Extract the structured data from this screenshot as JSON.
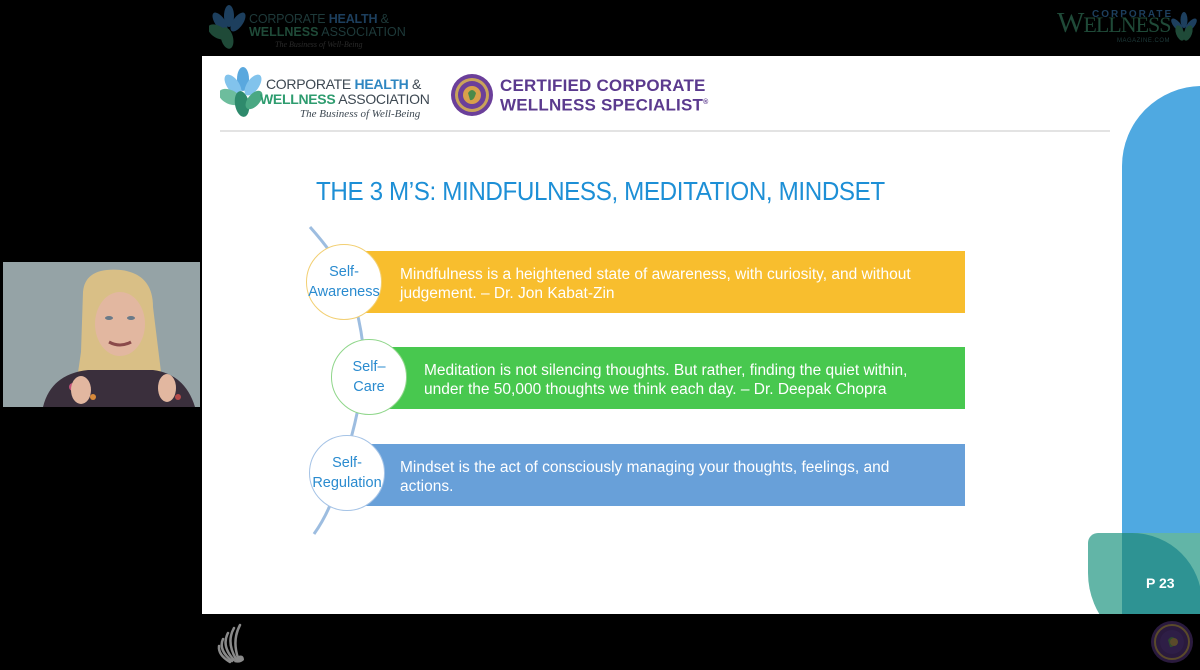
{
  "top_bar": {
    "left_logo": {
      "line1_prefix": "CORPORATE ",
      "line1_bold": "HEALTH",
      "line1_suffix": " &",
      "line2_bold": "WELLNESS",
      "line2_suffix": " ASSOCIATION",
      "tagline": "The Business of Well-Being"
    },
    "right_logo": {
      "corporate": "CORPORATE",
      "wellness_w": "W",
      "wellness_rest": "ELLNESS",
      "magazine": "MAGAZINE.COM"
    }
  },
  "webcam": {
    "description": "Presenter video feed"
  },
  "slide": {
    "association_logo": {
      "line1_prefix": "CORPORATE ",
      "line1_bold": "HEALTH",
      "line1_suffix": " &",
      "line2_bold": "WELLNESS",
      "line2_suffix": " ASSOCIATION",
      "tagline": "The Business of Well-Being"
    },
    "certification": {
      "line1": "CERTIFIED CORPORATE",
      "line2": "WELLNESS SPECIALIST",
      "registered": "®"
    },
    "title": "THE 3 M’S: MINDFULNESS, MEDITATION, MINDSET",
    "items": [
      {
        "label_line1": "Self-",
        "label_line2": "Awareness",
        "text_line1": "Mindfulness is a heightened state of awareness, with curiosity, and without",
        "text_line2": "judgement. – Dr. Jon Kabat-Zin",
        "color": "#f8be2e"
      },
      {
        "label_line1": "Self–",
        "label_line2": "Care",
        "text_line1": "Meditation is not silencing thoughts. But rather, finding the quiet within,",
        "text_line2": "under the 50,000 thoughts we think each day. – Dr. Deepak Chopra",
        "color": "#48c84f"
      },
      {
        "label_line1": "Self-",
        "label_line2": "Regulation",
        "text_line1": "Mindset is the act of consciously managing your thoughts, feelings, and",
        "text_line2": "actions.",
        "color": "#68a0d9"
      }
    ],
    "page_number": "P 23",
    "colors": {
      "title": "#1d8fd6",
      "accent_blue": "#4fa9e1",
      "accent_teal": "#2e9393",
      "purple": "#5b3a8e"
    }
  }
}
